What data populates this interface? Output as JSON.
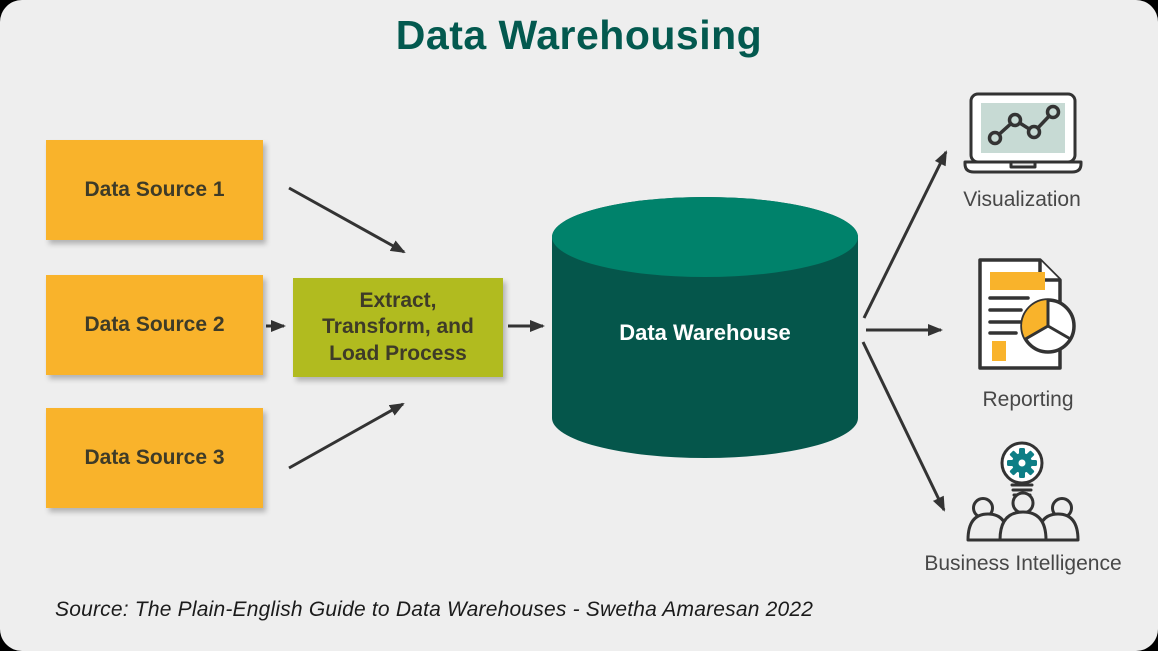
{
  "title": "Data Warehousing",
  "sources": [
    {
      "label": "Data Source 1"
    },
    {
      "label": "Data Source 2"
    },
    {
      "label": "Data Source 3"
    }
  ],
  "etl": {
    "lines": [
      "Extract,",
      "Transform, and",
      "Load Process"
    ]
  },
  "warehouse": {
    "label": "Data Warehouse"
  },
  "outputs": [
    {
      "label": "Visualization",
      "icon": "laptop-chart-icon"
    },
    {
      "label": "Reporting",
      "icon": "report-document-icon"
    },
    {
      "label": "Business Intelligence",
      "icon": "lightbulb-gear-team-icon"
    }
  ],
  "source_note": "Source: The Plain-English Guide to Data Warehouses - Swetha Amaresan 2022",
  "colors": {
    "background": "#EEEEEE",
    "title_teal": "#03594F",
    "box_yellow": "#F9B32B",
    "etl_olive": "#B1BB1F",
    "cylinder_body": "#05564B",
    "cylinder_top": "#00826B",
    "arrow_gray": "#333333",
    "screen_teal": "#C7DAD4",
    "gear_teal": "#0E7E86"
  }
}
